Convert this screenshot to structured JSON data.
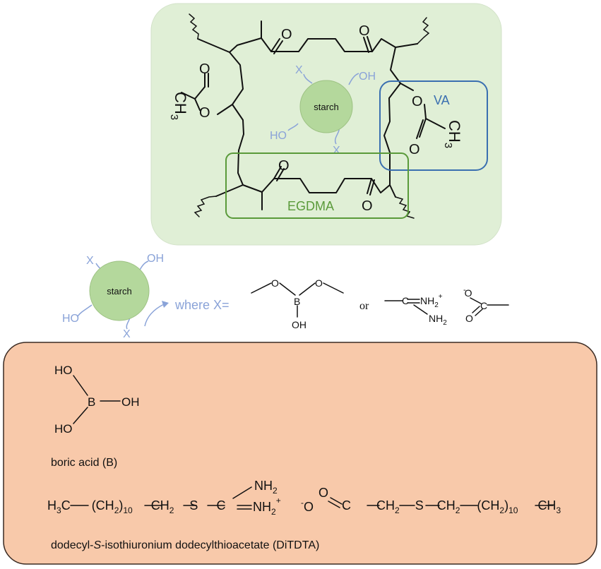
{
  "polymer": {
    "ring_label": "starch",
    "ring_groups": {
      "x_top": "X",
      "oh": "OH",
      "ho": "HO",
      "x_bottom": "X"
    },
    "va_label": "VA",
    "egdma_label": "EGDMA",
    "ch3_left": {
      "c": "CH",
      "sub": "3"
    },
    "ch3_right": {
      "c": "CH",
      "sub": "3"
    },
    "o": "O"
  },
  "legend": {
    "ring_label": "starch",
    "groups": {
      "x_top": "X",
      "oh": "OH",
      "ho": "HO",
      "x_bottom": "X"
    },
    "where_text": "where X=",
    "or_text": "or",
    "borate": {
      "o": "O",
      "b": "B",
      "oh": "OH"
    },
    "isothiouronium": {
      "nh2_top": "NH",
      "plus": "+",
      "sub": "2",
      "nh2_bottom": "NH"
    },
    "acetate": {
      "o_minus": "O",
      "minus": "-",
      "c": "C",
      "o": "O"
    }
  },
  "reagents": {
    "boric_acid": {
      "ho_top": "HO",
      "b": "B",
      "oh": "OH",
      "ho_bottom": "HO",
      "caption": "boric acid (B)"
    },
    "ditdta": {
      "left_chain": {
        "h3c": "H",
        "sub3": "3",
        "c1": "C",
        "ch2a": "(CH",
        "sub2a": "2",
        "close": ")",
        "sub10": "10",
        "ch2b": "CH",
        "sub2b": "2",
        "s": "S",
        "c": "C"
      },
      "nh2_top": "NH",
      "nh2_sub": "2",
      "nh2_bottom": "NH",
      "plus": "+",
      "right_chain": {
        "o": "O",
        "o_minus": "O",
        "minus": "-",
        "c": "C",
        "ch2a": "CH",
        "s": "S",
        "ch2b": "CH",
        "ch2c": "(CH",
        "sub10": "10",
        "ch3": "CH",
        "sub3": "3"
      },
      "caption_pre": "dodecyl-",
      "caption_italic": "S",
      "caption_post": "-isothiuronium dodecylthioacetate (DiTDTA)"
    }
  },
  "colors": {
    "polymer_bg": "#e0efd6",
    "starch_fill": "#b4d89c",
    "va_box": "#3a6fb0",
    "egdma_box": "#5a9a3a",
    "reagent_bg": "#f8c9aa",
    "blue_text": "#8aa3d8"
  }
}
